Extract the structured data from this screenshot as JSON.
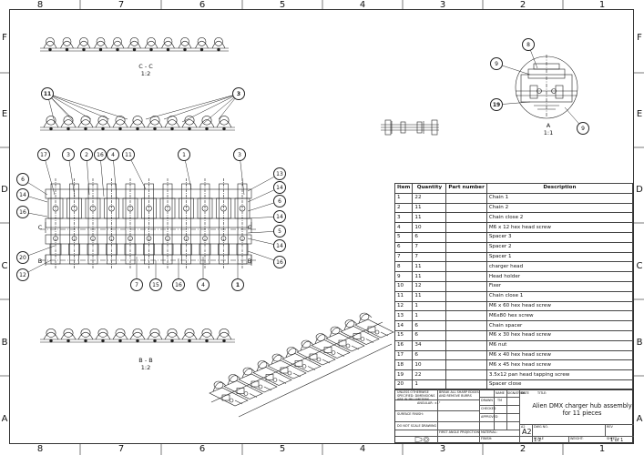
{
  "sheet": {
    "columns": [
      "8",
      "7",
      "6",
      "5",
      "4",
      "3",
      "2",
      "1"
    ],
    "rows": [
      "F",
      "E",
      "D",
      "C",
      "B",
      "A"
    ]
  },
  "views": {
    "section_cc": {
      "title": "C - C",
      "scale": "1:2"
    },
    "section_bb": {
      "title": "B - B",
      "scale": "1:2"
    },
    "detail_a": {
      "title": "A",
      "scale": "1:1"
    },
    "cut_c": "C",
    "cut_b": "B"
  },
  "balloons": {
    "cc": [
      "11",
      "3"
    ],
    "front_top": [
      "17",
      "3",
      "2",
      "16",
      "4",
      "11",
      "1",
      "3"
    ],
    "front_left": [
      "6",
      "14",
      "16",
      "20",
      "12"
    ],
    "front_right": [
      "13",
      "14",
      "6",
      "14",
      "5",
      "14",
      "16"
    ],
    "front_bottom": [
      "7",
      "15",
      "16",
      "4",
      "1"
    ],
    "detail": [
      "8",
      "9",
      "19",
      "9"
    ]
  },
  "bom": {
    "headers": [
      "Item",
      "Quantity",
      "Part number",
      "Description"
    ],
    "rows": [
      [
        "1",
        "22",
        "",
        "Chain 1"
      ],
      [
        "2",
        "11",
        "",
        "Chain 2"
      ],
      [
        "3",
        "11",
        "",
        "Chain close 2"
      ],
      [
        "4",
        "10",
        "",
        "M6 x 12 hex head screw"
      ],
      [
        "5",
        "6",
        "",
        "Spacer 3"
      ],
      [
        "6",
        "7",
        "",
        "Spacer 2"
      ],
      [
        "7",
        "7",
        "",
        "Spacer 1"
      ],
      [
        "8",
        "11",
        "",
        "charger head"
      ],
      [
        "9",
        "11",
        "",
        "Head holder"
      ],
      [
        "10",
        "12",
        "",
        "Fixer"
      ],
      [
        "11",
        "11",
        "",
        "Chain close 1"
      ],
      [
        "12",
        "1",
        "",
        "M6 x 60 hex head screw"
      ],
      [
        "13",
        "1",
        "",
        "M6x80 hex screw"
      ],
      [
        "14",
        "6",
        "",
        "Chain spacer"
      ],
      [
        "15",
        "6",
        "",
        "M6 x 30 hex head screw"
      ],
      [
        "16",
        "34",
        "",
        "M6 nut"
      ],
      [
        "17",
        "6",
        "",
        "M6 x 40 hex head screw"
      ],
      [
        "18",
        "10",
        "",
        "M6 x 45 hex head screw"
      ],
      [
        "19",
        "22",
        "",
        "3.5x12 pan head tapping screw"
      ],
      [
        "20",
        "1",
        "",
        "Spacer close"
      ]
    ]
  },
  "title_block": {
    "notes": "UNLESS OTHERWISE SPECIFIED: DIMENSIONS ARE IN MILLIMETERS",
    "angular": "ANGULAR: ±1°",
    "finish": "SURFACE FINISH:",
    "do_not_scale": "DO NOT SCALE DRAWING",
    "break_edges": "BREAK ALL SHARP EDGES AND REMOVE BURRS",
    "projection": "FIRST ANGLE PROJECTION",
    "material": "MATERIAL:",
    "finish2": "FINISH:",
    "col_name": "NAME",
    "col_sig": "SIGNATURE",
    "col_date": "DATE",
    "drawn": "DRAWN",
    "drawn_by": "TM",
    "checked": "CHECKED",
    "approved": "APPROVED",
    "title_label": "TITLE:",
    "title": "Alien DMX charger hub assembly for 11 pieces",
    "size": "A2",
    "scale_label": "SCALE",
    "scale": "1:2",
    "sheet": "1 of 1",
    "dwg_label": "DWG NO.",
    "rev_label": "REV",
    "sheet_label": "SHEET",
    "weight_label": "WEIGHT:"
  }
}
